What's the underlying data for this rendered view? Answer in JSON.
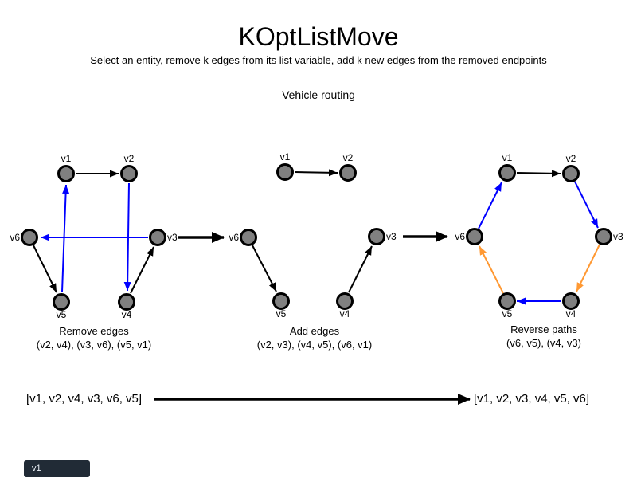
{
  "header": {
    "title": "KOptListMove",
    "subtitle": "Select an entity, remove k edges from its list variable, add k new edges from the removed endpoints",
    "context_label": "Vehicle routing"
  },
  "colors": {
    "node_fill": "#808080",
    "node_border": "#000000",
    "default_edge": "#000000",
    "removed_or_added_edge": "#0000ff",
    "reversed_edge": "#ff9933",
    "badge_background": "#212b36"
  },
  "diagrams": [
    {
      "id": "remove-edges",
      "caption_title": "Remove edges",
      "caption_detail": "(v2, v4), (v3, v6), (v5, v1)",
      "nodes": [
        {
          "label": "v1"
        },
        {
          "label": "v2"
        },
        {
          "label": "v3"
        },
        {
          "label": "v4"
        },
        {
          "label": "v5"
        },
        {
          "label": "v6"
        }
      ],
      "edges": [
        {
          "from": "v1",
          "to": "v2",
          "color": "black"
        },
        {
          "from": "v2",
          "to": "v4",
          "color": "blue"
        },
        {
          "from": "v3",
          "to": "v6",
          "color": "blue"
        },
        {
          "from": "v5",
          "to": "v1",
          "color": "blue"
        },
        {
          "from": "v6",
          "to": "v5",
          "color": "black"
        },
        {
          "from": "v4",
          "to": "v3",
          "color": "black"
        }
      ]
    },
    {
      "id": "add-edges",
      "caption_title": "Add edges",
      "caption_detail": "(v2, v3), (v4, v5), (v6, v1)",
      "nodes": [
        {
          "label": "v1"
        },
        {
          "label": "v2"
        },
        {
          "label": "v3"
        },
        {
          "label": "v4"
        },
        {
          "label": "v5"
        },
        {
          "label": "v6"
        }
      ],
      "edges": [
        {
          "from": "v1",
          "to": "v2",
          "color": "black"
        },
        {
          "from": "v6",
          "to": "v5",
          "color": "black"
        },
        {
          "from": "v4",
          "to": "v3",
          "color": "black"
        }
      ]
    },
    {
      "id": "reverse-paths",
      "caption_title": "Reverse paths",
      "caption_detail": "(v6, v5), (v4, v3)",
      "nodes": [
        {
          "label": "v1"
        },
        {
          "label": "v2"
        },
        {
          "label": "v3"
        },
        {
          "label": "v4"
        },
        {
          "label": "v5"
        },
        {
          "label": "v6"
        }
      ],
      "edges": [
        {
          "from": "v1",
          "to": "v2",
          "color": "black"
        },
        {
          "from": "v2",
          "to": "v3",
          "color": "blue"
        },
        {
          "from": "v3",
          "to": "v4",
          "color": "orange"
        },
        {
          "from": "v4",
          "to": "v5",
          "color": "blue"
        },
        {
          "from": "v5",
          "to": "v6",
          "color": "orange"
        },
        {
          "from": "v6",
          "to": "v1",
          "color": "blue"
        }
      ]
    }
  ],
  "footer": {
    "before_list": "[v1, v2, v4, v3, v6, v5]",
    "after_list": "[v1, v2, v3, v4, v5, v6]"
  },
  "overlay_badge": {
    "label": "v1"
  }
}
